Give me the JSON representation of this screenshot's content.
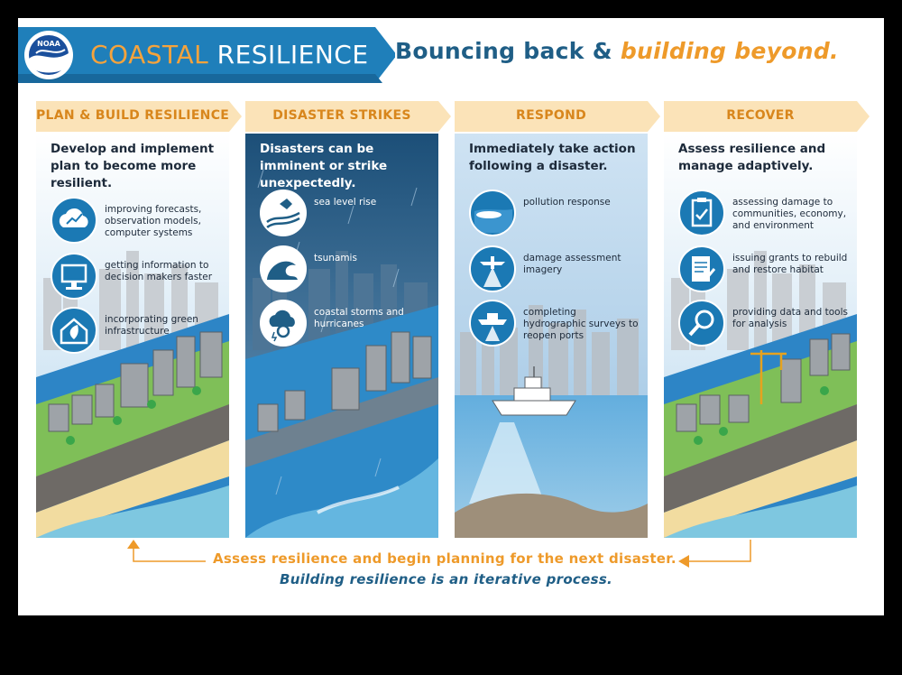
{
  "header": {
    "logo_text": "NOAA",
    "title_part1": "COASTAL",
    "title_part2": "RESILIENCE",
    "tagline_part1": "Bouncing back &",
    "tagline_part2": "building beyond."
  },
  "colors": {
    "accent_orange": "#ee9a2a",
    "header_fill": "#fbe3b8",
    "brand_blue": "#1f5e86",
    "icon_blue": "#1b79b4"
  },
  "panels": [
    {
      "title": "PLAN & BUILD RESILIENCE",
      "description": "Develop and implement plan to become more resilient.",
      "items": [
        {
          "icon": "cloud-chart-icon",
          "text": "improving forecasts, observation models, computer systems"
        },
        {
          "icon": "computer-monitor-icon",
          "text": "getting information to decision makers faster"
        },
        {
          "icon": "green-house-icon",
          "text": "incorporating green infrastructure"
        }
      ]
    },
    {
      "title": "DISASTER STRIKES",
      "description": "Disasters can be imminent or strike unexpectedly.",
      "items": [
        {
          "icon": "sea-level-rise-icon",
          "text": "sea level rise"
        },
        {
          "icon": "tsunami-wave-icon",
          "text": "tsunamis"
        },
        {
          "icon": "hurricane-cloud-icon",
          "text": "coastal storms and hurricanes"
        }
      ]
    },
    {
      "title": "RESPOND",
      "description": "Immediately take action following a disaster.",
      "items": [
        {
          "icon": "oil-spill-icon",
          "text": "pollution response"
        },
        {
          "icon": "airplane-imagery-icon",
          "text": "damage assessment imagery"
        },
        {
          "icon": "survey-ship-icon",
          "text": "completing hydrographic surveys to reopen ports"
        }
      ]
    },
    {
      "title": "RECOVER",
      "description": "Assess resilience and manage adaptively.",
      "items": [
        {
          "icon": "clipboard-check-icon",
          "text": "assessing damage to communities, economy, and environment"
        },
        {
          "icon": "grant-document-icon",
          "text": "issuing grants to rebuild and restore habitat"
        },
        {
          "icon": "magnifier-icon",
          "text": "providing data and tools for analysis"
        }
      ]
    }
  ],
  "footer": {
    "line1": "Assess resilience and begin planning for the next disaster.",
    "line2": "Building resilience is an iterative process."
  }
}
